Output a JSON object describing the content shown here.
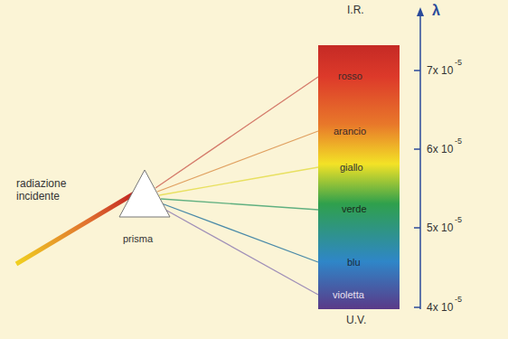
{
  "diagram": {
    "labels": [
      "radiazione incidente",
      "prisma",
      "I.R.",
      "λ",
      "rosso",
      "arancio",
      "giallo",
      "verde",
      "blu",
      "violetta",
      "U.V.",
      "7x 10",
      "-5",
      "6x 10",
      "-5",
      "5x 10",
      "-5",
      "4x 10",
      "-5"
    ]
  }
}
